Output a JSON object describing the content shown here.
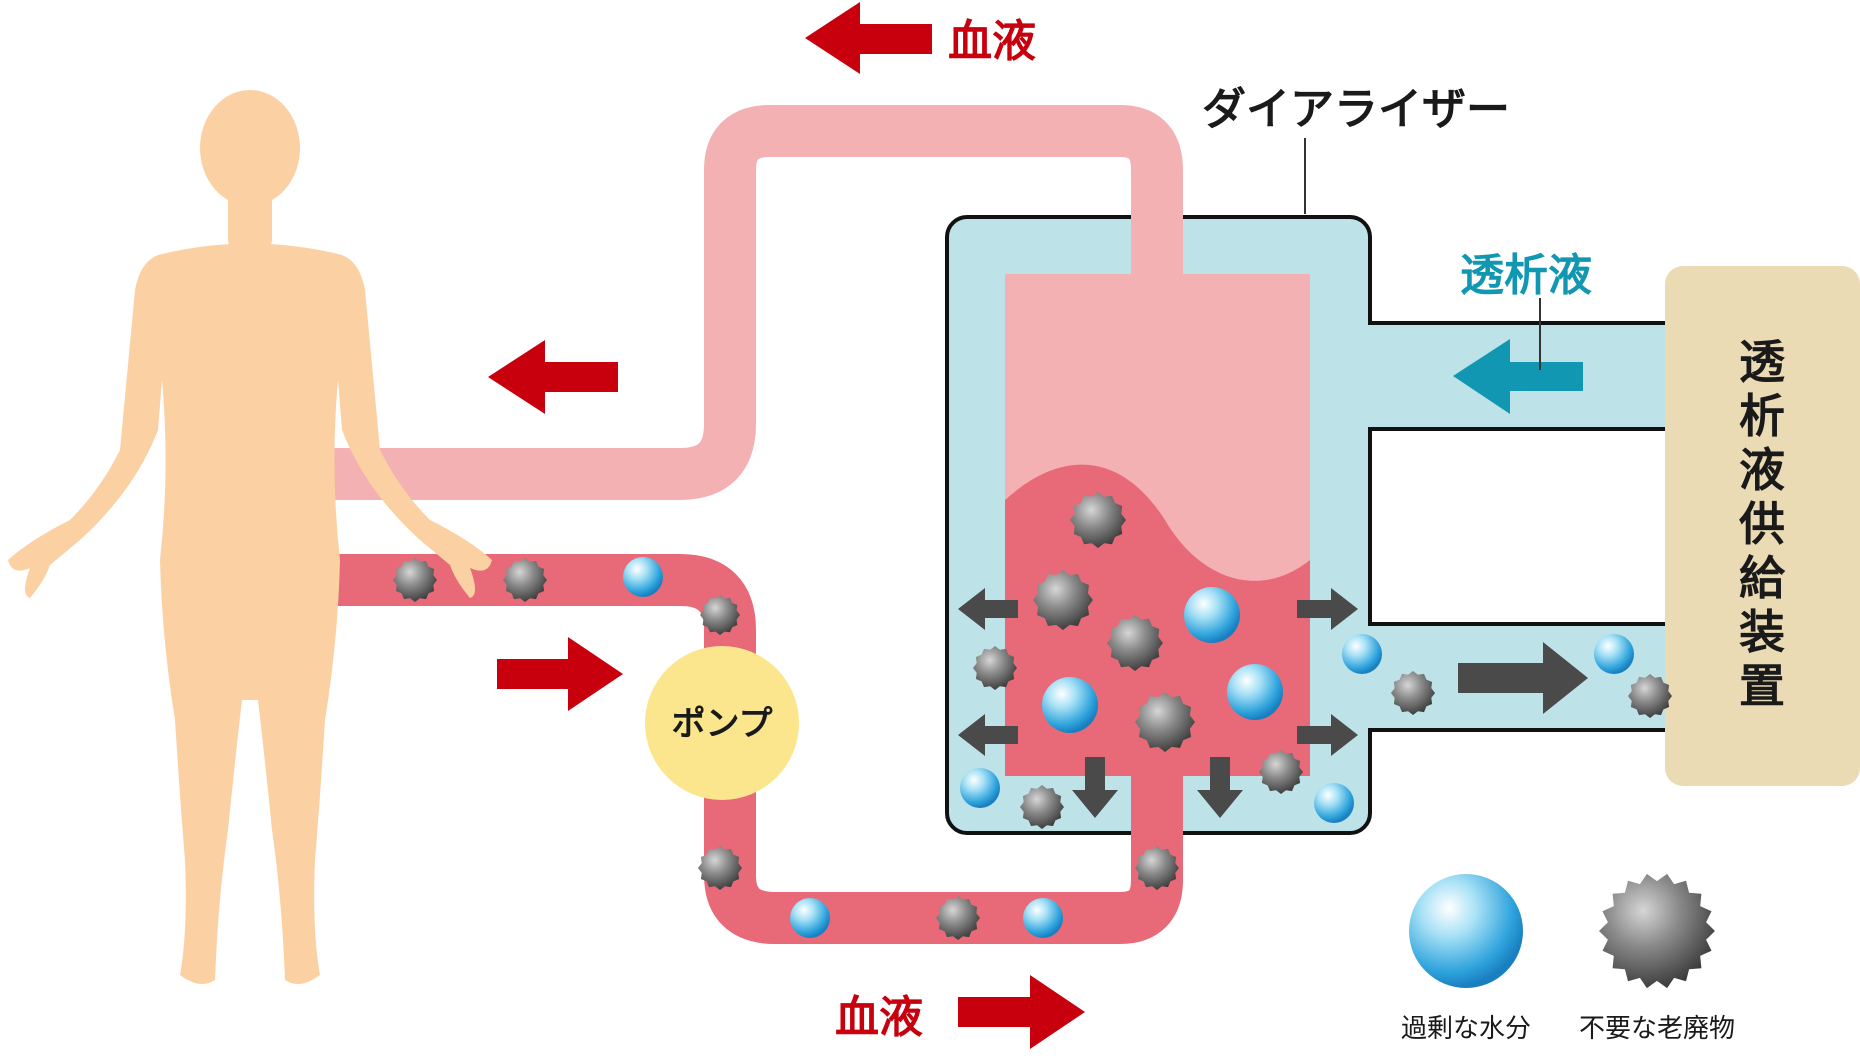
{
  "labels": {
    "blood_top": "血液",
    "blood_bottom": "血液",
    "dialyzer": "ダイアライザー",
    "dialysate": "透析液",
    "pump": "ポンプ",
    "supply_device": "透析液供給装置",
    "legend_water": "過剰な水分",
    "legend_waste": "不要な老廃物"
  },
  "colors": {
    "blood_return_tube": "#f3b1b3",
    "blood_outflow_tube": "#e86a78",
    "dialysate": "#bde3e8",
    "supply_device": "#eadbb5",
    "pump": "#fbe68e",
    "body": "#fbd1a4",
    "arrow_blood": "#c8000e",
    "arrow_dialysate": "#1197b2",
    "arrow_gray": "#4a4a4a",
    "text": "#1a1a1a"
  },
  "icons": {
    "water": "water-droplet-sphere-icon",
    "waste": "waste-particle-spiky-icon"
  }
}
